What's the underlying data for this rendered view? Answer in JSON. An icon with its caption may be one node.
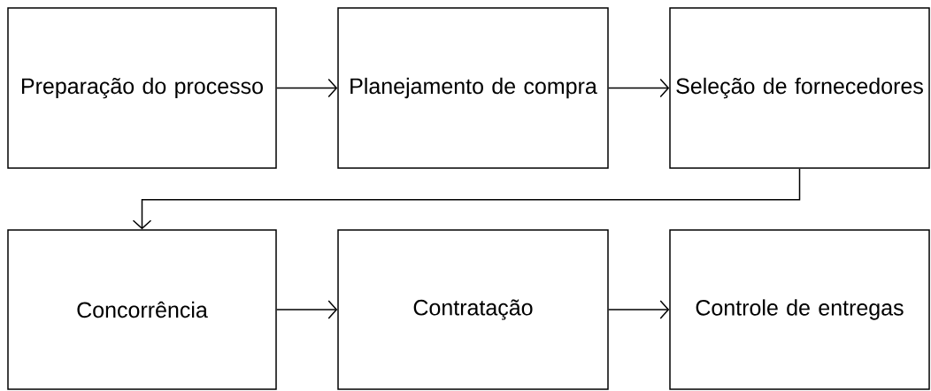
{
  "diagram": {
    "nodes": [
      {
        "text": [
          "Preparação do processo"
        ]
      },
      {
        "text": [
          "Planejamento de compra"
        ]
      },
      {
        "text": [
          "Seleção de fornecedores"
        ]
      },
      {
        "text": [
          "Concorrência"
        ]
      },
      {
        "text": [
          "Contratação"
        ]
      },
      {
        "text": [
          "Controle de entregas"
        ]
      }
    ],
    "edges": [
      {
        "from": 0,
        "to": 1,
        "arrow": "to"
      },
      {
        "from": 1,
        "to": 2,
        "arrow": "to"
      },
      {
        "from": 2,
        "to": 3,
        "arrow": "to"
      },
      {
        "from": 3,
        "to": 4,
        "arrow": "to"
      },
      {
        "from": 4,
        "to": 5,
        "arrow": "to"
      }
    ]
  }
}
